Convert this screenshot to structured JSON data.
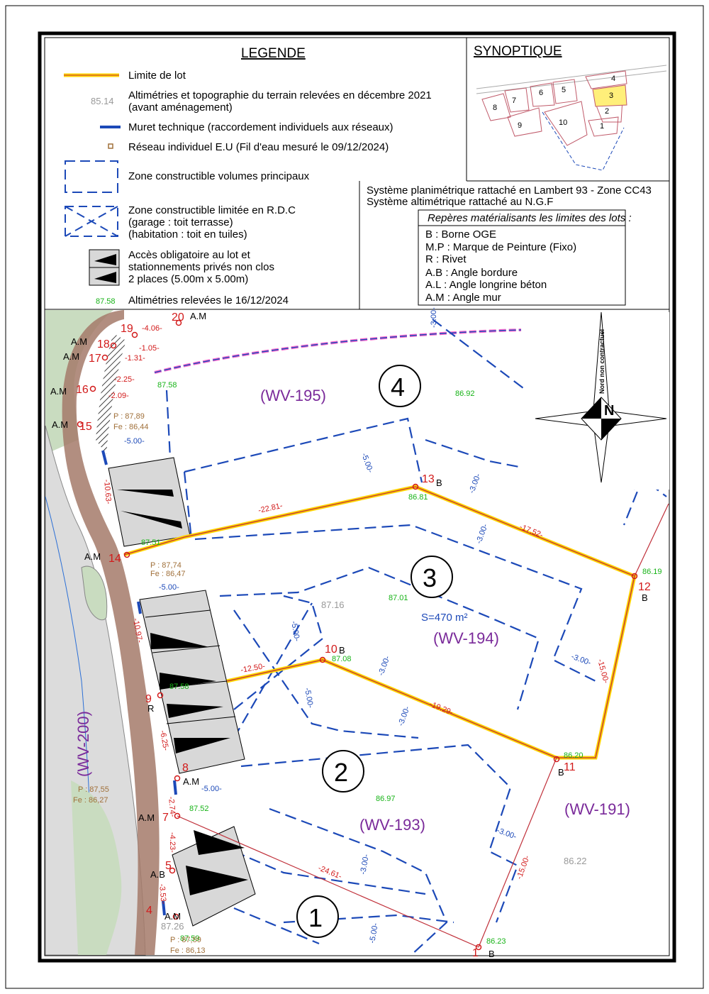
{
  "legend": {
    "title": "LEGENDE",
    "items": {
      "lot_limit": "Limite de lot",
      "topo_value": "85.14",
      "topo_line1": "Altimétries et topographie du terrain relevées en décembre 2021",
      "topo_line2": "(avant aménagement)",
      "muret": "Muret technique (raccordement individuels aux réseaux)",
      "reseau": "Réseau individuel E.U (Fil d'eau mesuré le 09/12/2024)",
      "zone_main": "Zone constructible volumes principaux",
      "zone_rdc_1": "Zone constructible limitée en R.D.C",
      "zone_rdc_2": "(garage : toit terrasse)",
      "zone_rdc_3": "(habitation : toit en tuiles)",
      "acces_1": "Accès obligatoire au lot et",
      "acces_2": "stationnements privés non clos",
      "acces_3": "2 places (5.00m x 5.00m)",
      "alt_value": "87.58",
      "alt_label": "Altimétries relevées le 16/12/2024"
    }
  },
  "synoptique": {
    "title": "SYNOPTIQUE",
    "lots": [
      "1",
      "2",
      "3",
      "4",
      "5",
      "6",
      "7",
      "8",
      "9",
      "10"
    ]
  },
  "systems": {
    "line1": "Système planimétrique rattaché en Lambert 93 - Zone CC43",
    "line2": "Système altimétrique rattaché au N.G.F",
    "reperes_title": "Repères matérialisants les limites des lots :",
    "reperes": [
      "B : Borne OGE",
      "M.P : Marque de Peinture (Fixo)",
      "R : Rivet",
      "A.B : Angle bordure",
      "A.L : Angle longrine béton",
      "A.M : Angle mur"
    ]
  },
  "plan": {
    "north_label": "N",
    "north_note": "Nord non contractuel",
    "lot_numbers": [
      "4",
      "3",
      "2",
      "1"
    ],
    "parcels": {
      "p195": "(WV-195)",
      "p194": "(WV-194)",
      "p193": "(WV-193)",
      "p191": "(WV-191)",
      "p200": "(WV-200)"
    },
    "surface": "S=470 m²",
    "points": {
      "p20": "20",
      "p19": "19",
      "p18": "18",
      "p17": "17",
      "p16": "16",
      "p15": "15",
      "p14": "14",
      "p13": "13",
      "p12": "12",
      "p11": "11",
      "p10": "10",
      "p9": "9",
      "p8": "8",
      "p7": "7",
      "p5": "5",
      "p4": "4",
      "p1": "1"
    },
    "marks": {
      "am": "A.M",
      "b": "B",
      "r": "R",
      "ab": "A.B"
    },
    "altitudes_new": {
      "a1": "87.58",
      "a2": "86.92",
      "a3": "86.81",
      "a4": "87.51",
      "a5": "86.19",
      "a6": "87.01",
      "a7": "87.08",
      "a8": "87.58",
      "a9": "86.20",
      "a10": "86.97",
      "a11": "87.52",
      "a12": "86.23",
      "a13": "87.59"
    },
    "altitudes_old": {
      "o1": "87.16",
      "o2": "86.22",
      "o3": "87.26"
    },
    "networks": {
      "n1_p": "P : 87,89",
      "n1_fe": "Fe : 86,44",
      "n2_p": "P : 87,74",
      "n2_fe": "Fe : 86,47",
      "n3_p": "P : 87,55",
      "n3_fe": "Fe : 86,27",
      "n4_p": "P : 87,59",
      "n4_fe": "Fe : 86,13"
    },
    "dimensions_red": {
      "d1": "-4.06-",
      "d2": "-1.05-",
      "d3": "-1.31-",
      "d4": "-2.25-",
      "d5": "-2.09-",
      "d6": "-10.63-",
      "d7": "-22.81-",
      "d8": "-17.52-",
      "d9": "-10.97-",
      "d10": "-12.50-",
      "d11": "-19.29-",
      "d12": "-15.00-",
      "d13": "-6.25-",
      "d14": "-2.74-",
      "d15": "-4.23-",
      "d16": "-3.53-",
      "d17": "-24.61-",
      "d18": "-15.00-"
    },
    "dimensions_blue": {
      "b1": "-3.00-",
      "b2": "-5.00-",
      "b3": "-5.00-",
      "b4": "-3.00-",
      "b5": "-3.00-",
      "b6": "-5.00-",
      "b7": "-5.00-",
      "b8": "-5.00-",
      "b9": "-3.00-",
      "b10": "-3.00-",
      "b11": "-3.00-",
      "b12": "-5.00-",
      "b13": "-3.00-",
      "b14": "-3.00-",
      "b15": "-5.00-"
    }
  },
  "colors": {
    "lot_limit": "#ffd400",
    "red": "#d21a1a",
    "blue": "#1c49b8",
    "green": "#17b317",
    "purple": "#7a2a9a",
    "road_brown": "#a57a6a",
    "road_grey": "#dcdcdc",
    "verge_green": "#c9dcc0"
  }
}
